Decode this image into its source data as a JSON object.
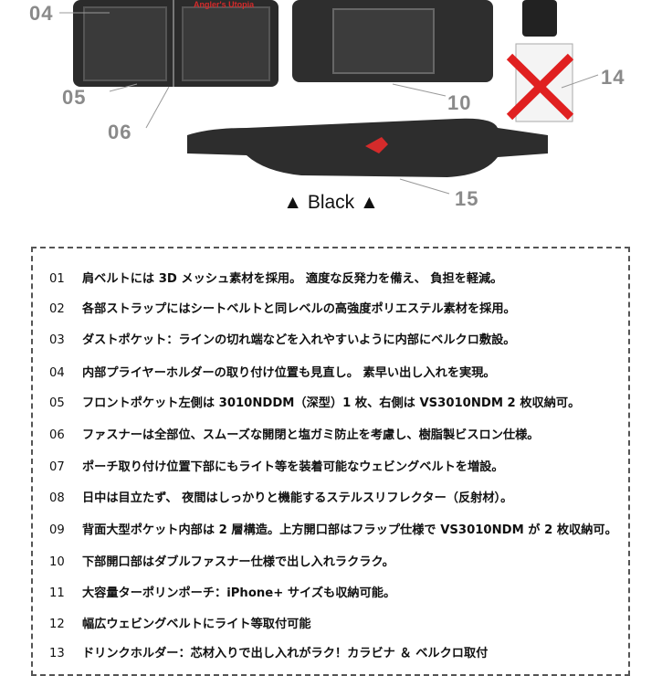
{
  "figure": {
    "callouts": [
      "04",
      "05",
      "06",
      "10",
      "14",
      "15"
    ],
    "vest_logo": "Angler's Utopia",
    "caption": "▲ Black ▲"
  },
  "features": [
    {
      "num": "01",
      "text": "肩ベルトには 3D メッシュ素材を採用。 適度な反発力を備え、 負担を軽減。"
    },
    {
      "num": "02",
      "text": "各部ストラップにはシートベルトと同レベルの高強度ポリエステル素材を採用。"
    },
    {
      "num": "03",
      "text": "ダストポケット：ラインの切れ端などを入れやすいように内部にベルクロ敷設。"
    },
    {
      "num": "04",
      "text": "内部プライヤーホルダーの取り付け位置も見直し。 素早い出し入れを実現。"
    },
    {
      "num": "05",
      "text": "フロントポケット左側は 3010NDDM（深型）1 枚、右側は VS3010NDM 2 枚収納可。"
    },
    {
      "num": "06",
      "text": "ファスナーは全部位、スムーズな開閉と塩ガミ防止を考慮し、樹脂製ビスロン仕様。"
    },
    {
      "num": "07",
      "text": "ポーチ取り付け位置下部にもライト等を装着可能なウェビングベルトを増設。"
    },
    {
      "num": "08",
      "text": "日中は目立たず、 夜間はしっかりと機能するステルスリフレクター（反射材）。"
    },
    {
      "num": "09",
      "text": "背面大型ポケット内部は 2 層構造。上方開口部はフラップ仕様で VS3010NDM が 2 枚収納可。"
    },
    {
      "num": "10",
      "text": "下部開口部はダブルファスナー仕様で出し入れラクラク。"
    },
    {
      "num": "11",
      "text": "大容量ターポリンポーチ：iPhone+ サイズも収納可能。"
    },
    {
      "num": "12",
      "text": "幅広ウェビングベルトにライト等取付可能"
    },
    {
      "num": "13",
      "text": "ドリンクホルダー：芯材入りで出し入れがラク！カラビナ ＆ ベルクロ取付"
    }
  ]
}
